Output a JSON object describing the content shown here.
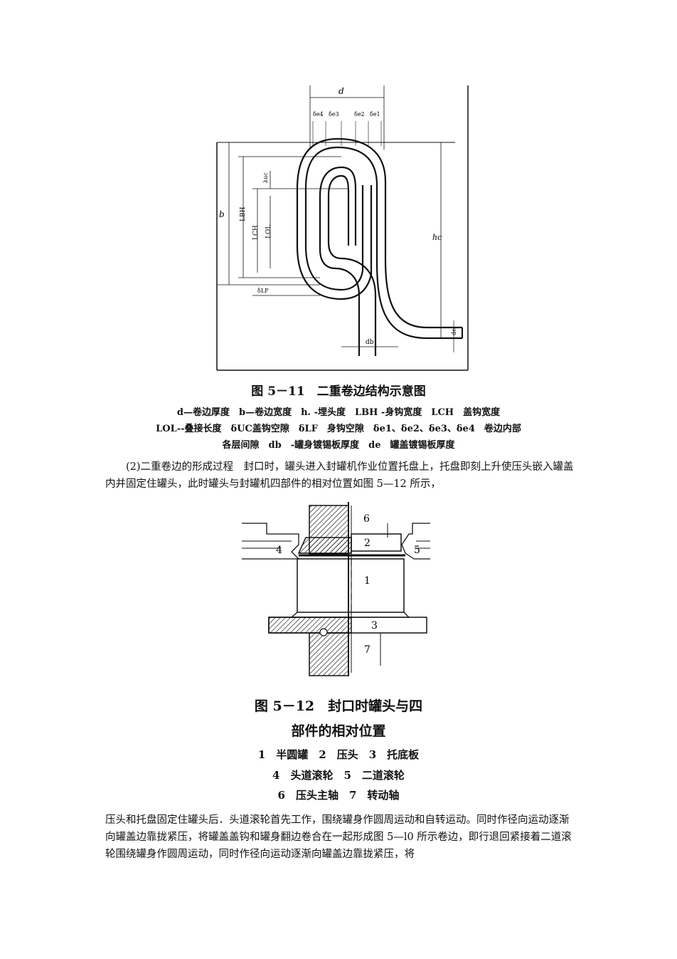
{
  "figure1": {
    "labels": {
      "d": "d",
      "b": "b",
      "lbh": "LBH",
      "lch": "LCH",
      "lol": "LOL",
      "hc": "hc",
      "db": "db",
      "de": "de",
      "uc": "λuc",
      "delta_lf": "δLF",
      "deltas": [
        "δe1",
        "δe2",
        "δe3",
        "δe4"
      ]
    },
    "caption": "图 5－11　二重卷边结构示意图",
    "legend": [
      "d—卷边厚度　b—卷边宽度　h. -埋头度　LBH -身钩宽度　LCH　盖钩宽度",
      "LOL--叠接长度　δUC盖钩空隙　δLF　身钩空隙　δe1、δe2、δe3、δe4　卷边内部",
      "各层间隙　db　-罐身镀锡板厚度　de　罐盖镀锡板厚度"
    ]
  },
  "paragraph1": "(2)二重卷边的形成过程　封口时，罐头进入封罐机作业位置托盘上，托盘即刻上升使压头嵌入罐盖内并固定住罐头，此时罐头与封罐机四部件的相对位置如图 5—12 所示，",
  "figure2": {
    "labels": [
      "1",
      "2",
      "3",
      "4",
      "5",
      "6",
      "7"
    ],
    "caption_line1": "图 5－12　封口时罐头与四",
    "caption_line2": "部件的相对位置",
    "legend": [
      "1　半圆罐　2　压头　3　托底板",
      "4　头道滚轮　5　二道滚轮",
      "6　压头主轴　7　转动轴"
    ]
  },
  "paragraph2": "压头和托盘固定住罐头后．头道滚轮首先工作，围绕罐身作圆周运动和自转运动。同时作径向运动逐渐向罐盖边靠拢紧压，将罐盖盖钩和罐身翻边卷合在一起形成图 5—l0 所示卷边，即行退回紧接着二道滚轮围绕罐身作圆周运动，同时作径向运动逐渐向罐盖边靠拢紧压，将"
}
